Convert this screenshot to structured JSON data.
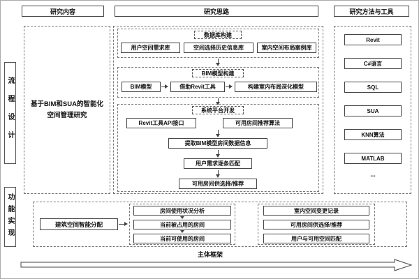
{
  "headers": {
    "content": "研究内容",
    "approach": "研究思路",
    "methods": "研究方法与工具"
  },
  "sidebar": {
    "process": "流程设计",
    "function": "功能实现"
  },
  "process": {
    "research_topic": "基于BIM和SUA的智能化空间管理研究",
    "database": {
      "title": "数据库构建",
      "items": [
        "用户空间需求库",
        "空间选择历史信息库",
        "室内空间布局案例库"
      ]
    },
    "bim": {
      "title": "BIM模型构建",
      "steps": [
        "BIM模型",
        "借助Revit工具",
        "构建室内布局深化模型"
      ]
    },
    "platform": {
      "title": "系统平台开发",
      "components": [
        "Revit工具API接口",
        "可用房间推荐算法"
      ],
      "flow": [
        "提取BIM模型房间数据信息",
        "用户需求逐条匹配",
        "可用房间供选择/推荐"
      ]
    }
  },
  "tools": {
    "items": [
      "Revit",
      "C#语言",
      "SQL",
      "SUA",
      "KNN算法",
      "MATLAB"
    ],
    "more": "..."
  },
  "function": {
    "main": "建筑空间智能分配",
    "status_flow": [
      "房间使用状况分析",
      "当前被占用的房间",
      "当前可使用的房间"
    ],
    "records": [
      "室内空间变更记录",
      "可用房间供选择/推荐",
      "用户与可用空间匹配"
    ]
  },
  "footer": {
    "label": "主体框架"
  }
}
